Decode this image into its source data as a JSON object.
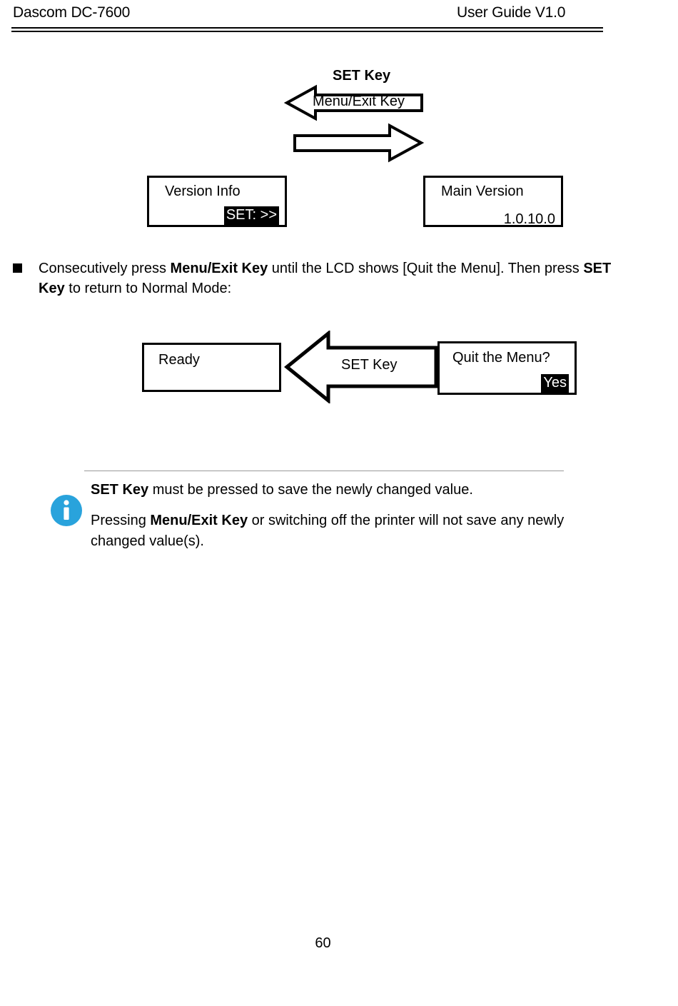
{
  "header": {
    "left_title": "Dascom DC-7600",
    "right_title": "User Guide V1.0"
  },
  "diagram_top": {
    "name": "version-info-navigation-diagram",
    "arrow_left": {
      "icon": "left-arrow-icon",
      "label_inside": "Menu/Exit Key",
      "label_above": "SET Key"
    },
    "arrow_right": {
      "icon": "right-arrow-icon",
      "label_inside": ""
    },
    "lcd_left": {
      "line1": "Version Info",
      "line2": "SET: >>",
      "line2_inverted": true
    },
    "lcd_right": {
      "line1": "Main Version",
      "line2": "1.0.10.0",
      "line2_inverted": false
    }
  },
  "bullet": {
    "marker": "square-bullet",
    "segments": [
      {
        "text": "Consecutively press ",
        "bold": false
      },
      {
        "text": "Menu/Exit Key",
        "bold": true
      },
      {
        "text": " until the LCD shows [Quit the Menu]. Then press ",
        "bold": false
      },
      {
        "text": "SET Key",
        "bold": true
      },
      {
        "text": " to return to Normal Mode:",
        "bold": false
      }
    ]
  },
  "diagram_bottom": {
    "name": "quit-menu-navigation-diagram",
    "lcd_left": {
      "line1": "Ready",
      "line2": "",
      "line2_inverted": false
    },
    "arrow_left": {
      "icon": "left-arrow-icon",
      "label_inside": "SET Key"
    },
    "lcd_right": {
      "line1": "Quit the Menu?",
      "line2": "Yes",
      "line2_inverted": true
    }
  },
  "note": {
    "icon": "info-icon",
    "icon_color": "#29A3DC",
    "paragraph1": [
      {
        "text": "SET Key",
        "bold": true
      },
      {
        "text": " must be pressed to save the newly changed value.",
        "bold": false
      }
    ],
    "paragraph2": [
      {
        "text": "Pressing ",
        "bold": false
      },
      {
        "text": "Menu/Exit Key",
        "bold": true
      },
      {
        "text": " or switching off the printer will not save any newly changed value(s).",
        "bold": false
      }
    ]
  },
  "footer": {
    "page_number": "60"
  }
}
